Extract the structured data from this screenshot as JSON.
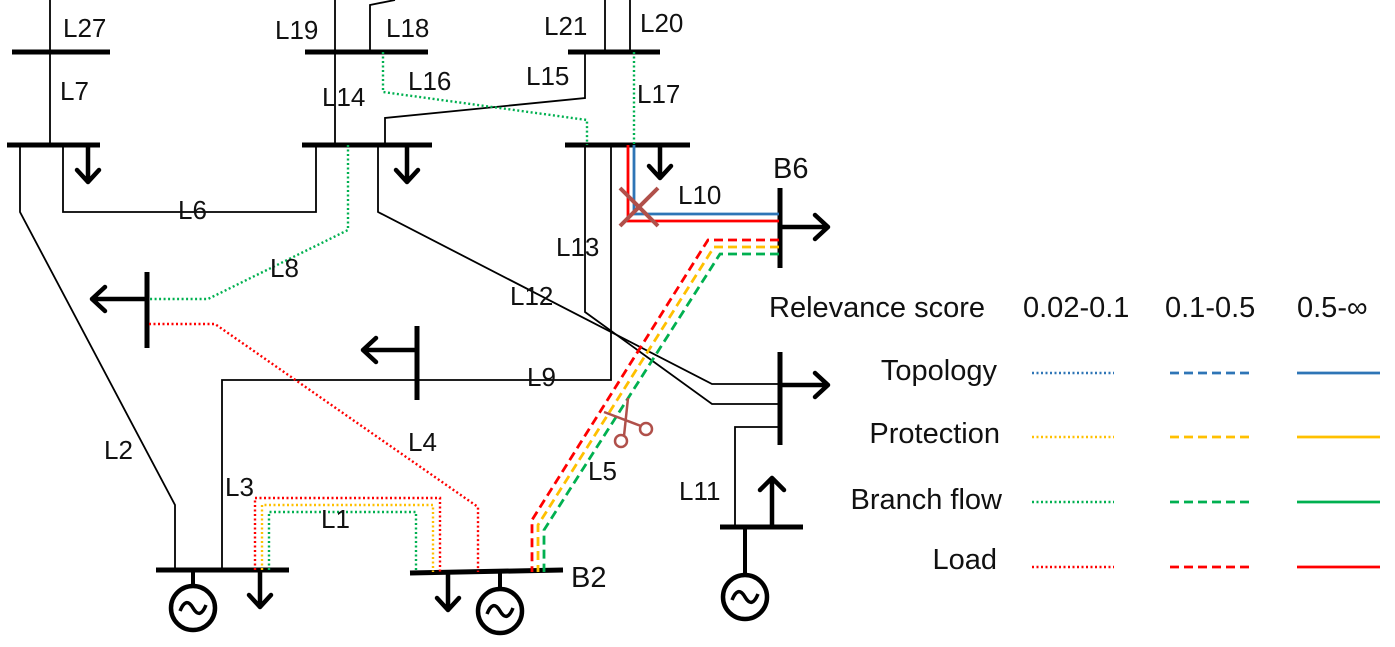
{
  "lines": {
    "L27": "L27",
    "L19": "L19",
    "L18": "L18",
    "L21": "L21",
    "L20": "L20",
    "L7": "L7",
    "L14": "L14",
    "L16": "L16",
    "L15": "L15",
    "L17": "L17",
    "L6": "L6",
    "L10": "L10",
    "L13": "L13",
    "L8": "L8",
    "L12": "L12",
    "L9": "L9",
    "L4": "L4",
    "L2": "L2",
    "L3": "L3",
    "L1": "L1",
    "L5": "L5",
    "L11": "L11"
  },
  "buses": {
    "B6": "B6",
    "B2": "B2"
  },
  "legend": {
    "header": "Relevance score",
    "ranges": [
      "0.02-0.1",
      "0.1-0.5",
      "0.5-∞"
    ],
    "categories": [
      {
        "name": "Topology",
        "color": "#2E75B6"
      },
      {
        "name": "Protection",
        "color": "#FFC000"
      },
      {
        "name": "Branch flow",
        "color": "#00B050"
      },
      {
        "name": "Load",
        "color": "#FF0000"
      }
    ]
  },
  "colors": {
    "topology": "#2E75B6",
    "protection": "#FFC000",
    "branch_flow": "#00B050",
    "load": "#FF0000",
    "marker": "#B0504A"
  },
  "icons": {
    "outage_marker": "x-cross-icon",
    "cut_marker": "scissors-icon",
    "generator": "ac-generator-icon",
    "load": "load-arrow-icon"
  }
}
